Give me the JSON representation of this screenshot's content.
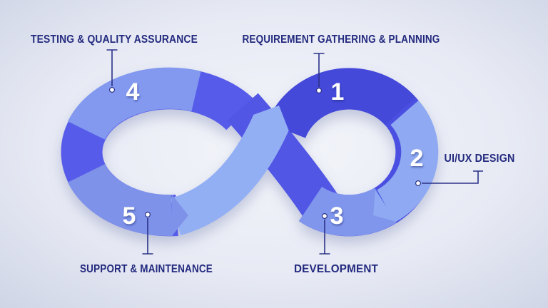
{
  "diagram": {
    "type": "infinity-loop-process",
    "stages": [
      {
        "number": "1",
        "label": "REQUIREMENT GATHERING & PLANNING"
      },
      {
        "number": "2",
        "label": "UI/UX DESIGN"
      },
      {
        "number": "3",
        "label": "DEVELOPMENT"
      },
      {
        "number": "4",
        "label": "TESTING & QUALITY ASSURANCE"
      },
      {
        "number": "5",
        "label": "SUPPORT & MAINTENANCE"
      }
    ],
    "colors": {
      "background_center": "#f3f5fa",
      "background_edge": "#ccd2e4",
      "loop_dark_left": "#575ce9",
      "loop_dark_right": "#4b50e1",
      "segment_1": "#4549d9",
      "segment_2": "#8faaf2",
      "segment_3": "#8096ec",
      "segment_4": "#8299ef",
      "segment_5": "#7e92e9",
      "cross_band_dark": "#5156e5",
      "cross_arrow_light": "#93aff4",
      "label_text": "#232a7e",
      "number_text": "#ffffff",
      "callout_line": "#2b3288"
    }
  }
}
